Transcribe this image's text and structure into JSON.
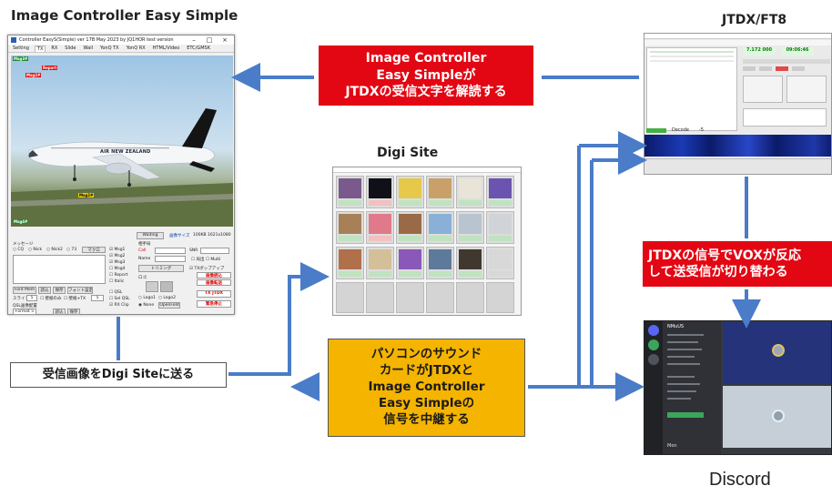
{
  "titles": {
    "image_controller": "Image Controller Easy Simple",
    "jtdx": "JTDX/FT8",
    "digi_site": "Digi Site",
    "discord": "Discord"
  },
  "callouts": {
    "decode": [
      "Image Controller",
      "Easy Simpleが",
      "JTDXの受信文字を解読する"
    ],
    "vox": [
      "JTDXの信号でVOXが反応",
      "して送受信が切り替わる"
    ],
    "relay": [
      "パソコンのサウンド",
      "カードがJTDXと",
      "Image Controller",
      "Easy Simpleの",
      "信号を中継する"
    ],
    "send": "受信画像をDigi Siteに送る"
  },
  "colors": {
    "red_callout": "#e30613",
    "orange_callout": "#f5b400",
    "arrow": "#4a7cc8"
  },
  "ic_window": {
    "title": "Controller EasyS(Simple) ver 17B May 2023 by JQ1HOR test version",
    "tabs": [
      "Setting",
      "TX",
      "RX",
      "Slide",
      "Wall",
      "YonQ TX",
      "YonQ RX",
      "HTML/Video",
      "ETC/GMSK"
    ],
    "labels": {
      "top_green": "Msg3#",
      "report": "Report",
      "red_small": "Msg2#",
      "yellow": "Msg2#",
      "bottom_green": "Msg4#"
    },
    "photo_text": "AIR NEW ZEALAND",
    "panel": {
      "waiting": "Waiting",
      "image_size": "画像サイズ",
      "size_value": "100KB 1621x1080",
      "message": "メッセージ",
      "radios": [
        "CQ",
        "Nick",
        "Nick2",
        "73",
        "マクロ"
      ],
      "callsign": "相手局",
      "call": "Call",
      "snr": "SNR",
      "name": "Name",
      "checks": [
        "Msg1",
        "Msg2",
        "Msg3",
        "Msg4",
        "Report",
        "Italic"
      ],
      "trimming": "トリミング",
      "logo": "ロゴ",
      "tx_popup": "TXポップアップ",
      "font": "Font Mem",
      "read": "読込",
      "save": "保存",
      "font_set": "フォント設定",
      "slide": "スライド",
      "slide_val": "5",
      "bg_only": "壁紙のみ",
      "wall_tx": "壁紙+TX",
      "qsl": "QSL画像配置",
      "format": "Format 5",
      "read2": "読込",
      "save2": "保存",
      "qsl_chk": "QSL",
      "sel_qsl": "Sel QSL",
      "rx_clip": "RX Clip",
      "logo1": "Logo1",
      "logo2": "Logo2",
      "none": "None",
      "openfold": "OpenFold",
      "btn_read": "画像読込",
      "btn_flip": "画像転送",
      "btn_tx": "TX JTDX",
      "btn_stop": "緊急停止"
    }
  },
  "jtdx_window": {
    "freq": "7.172 000",
    "time": "09:06:46",
    "db": "-5",
    "status": "Decode"
  },
  "discord_window": {
    "server": "NMuUS",
    "user": "Mon"
  }
}
